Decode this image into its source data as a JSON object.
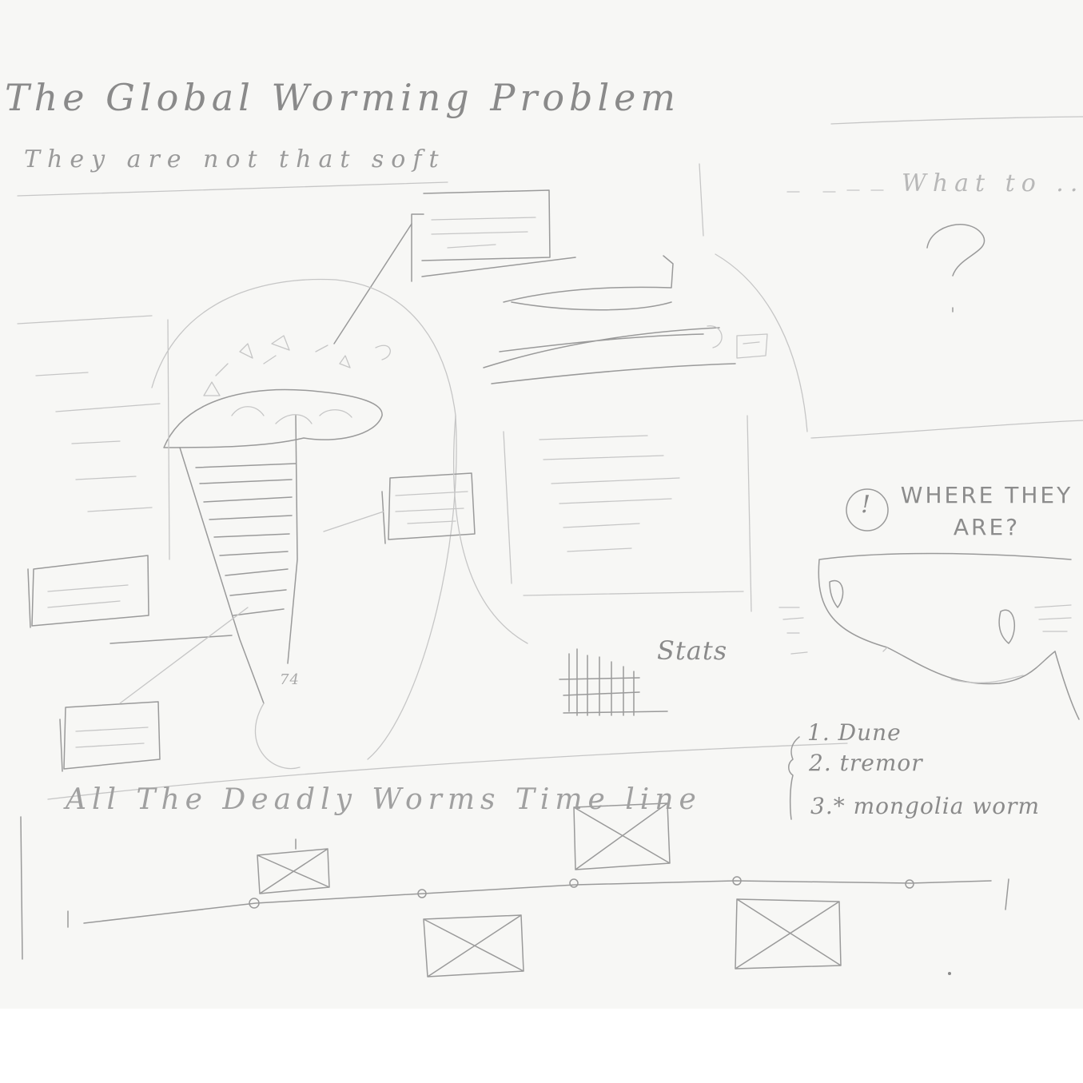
{
  "header": {
    "title": "The Global Worming Problem",
    "subtitle": "They are not that soft"
  },
  "right_panel": {
    "question_heading": "What to ...",
    "question_mark": "?",
    "where_heading": "WHERE THEY ARE?",
    "pin_marker": "!"
  },
  "center": {
    "stats_label": "Stats",
    "figure_mark": "74"
  },
  "worm_list": {
    "items": [
      "1. Dune",
      "2. tremor",
      "3.* mongolia worm"
    ]
  },
  "timeline": {
    "heading": "All The Deadly Worms Time line"
  }
}
